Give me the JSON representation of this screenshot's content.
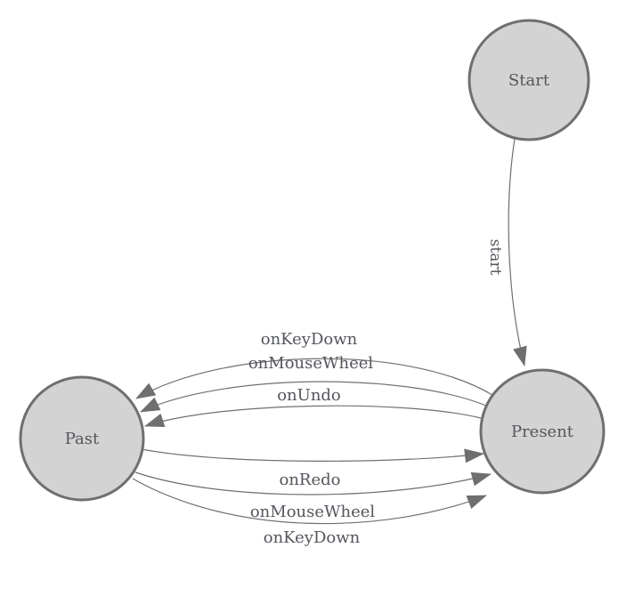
{
  "diagram": {
    "type": "state-machine",
    "colors": {
      "background": "#ffffff",
      "node_fill": "#d3d3d3",
      "node_stroke": "#6f6f6f",
      "edge_stroke": "#6f6f6f",
      "arrowhead_fill": "#6f6f6f",
      "label_text": "#53565c"
    },
    "nodes": [
      {
        "id": "start",
        "label": "Start"
      },
      {
        "id": "present",
        "label": "Present"
      },
      {
        "id": "past",
        "label": "Past"
      }
    ],
    "edges": [
      {
        "from": "start",
        "to": "present",
        "label": "start"
      },
      {
        "from": "present",
        "to": "past",
        "label": "onKeyDown"
      },
      {
        "from": "present",
        "to": "past",
        "label": "onMouseWheel"
      },
      {
        "from": "present",
        "to": "past",
        "label": "onUndo"
      },
      {
        "from": "past",
        "to": "present",
        "label": "onRedo"
      },
      {
        "from": "past",
        "to": "present",
        "label": "onMouseWheel"
      },
      {
        "from": "past",
        "to": "present",
        "label": "onKeyDown"
      }
    ]
  }
}
